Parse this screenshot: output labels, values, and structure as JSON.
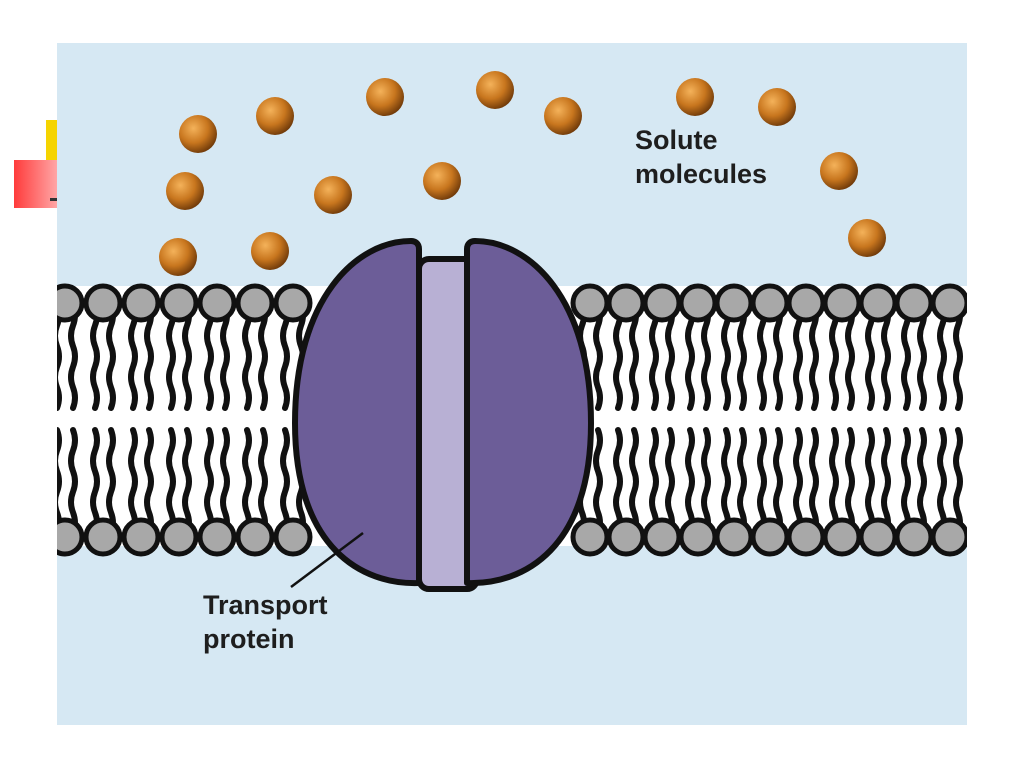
{
  "diagram": {
    "labels": {
      "solute_line1": "Solute",
      "solute_line2": "molecules",
      "transport_line1": "Transport",
      "transport_line2": "protein"
    },
    "colors": {
      "background": "#d6e8f3",
      "solute": "#c8761e",
      "protein": "#6c5d98",
      "channel": "#b8b0d4",
      "phospholipid_head": "#a8a8a8",
      "tail": "#111111",
      "slide_accent_yellow": "#f5d400",
      "slide_accent_red": "#ff3b3b"
    }
  }
}
